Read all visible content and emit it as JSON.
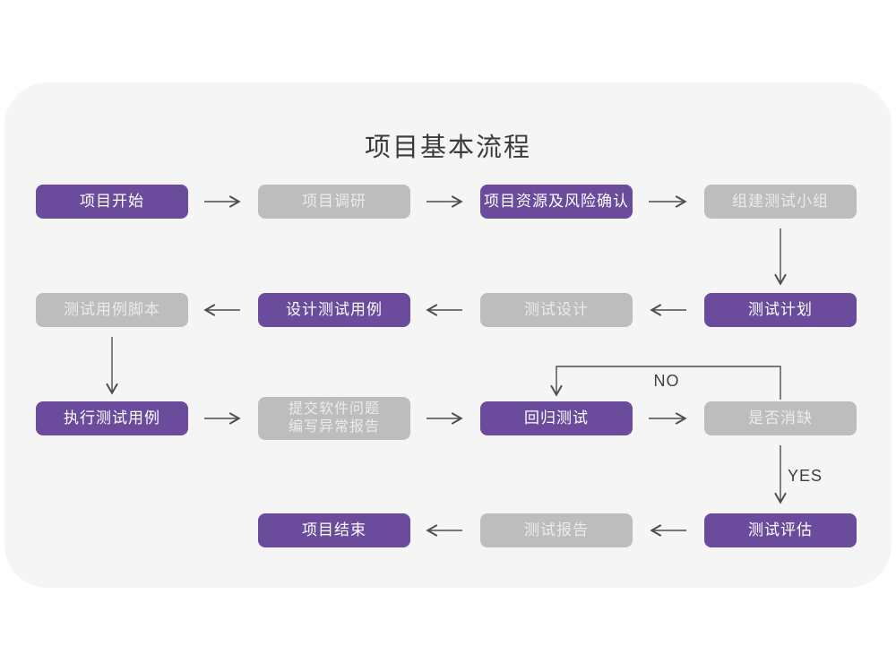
{
  "title": "项目基本流程",
  "colors": {
    "node_purple": "#6a4b9c",
    "node_gray": "#bdbdbd",
    "card_background": "#f5f5f6",
    "arrow": "#4d4d4d",
    "node_text": "#ffffff"
  },
  "branch_labels": {
    "no": "NO",
    "yes": "YES"
  },
  "nodes": [
    {
      "label": "项目开始",
      "variant": "purple"
    },
    {
      "label": "项目调研",
      "variant": "gray"
    },
    {
      "label": "项目资源及风险确认",
      "variant": "purple"
    },
    {
      "label": "组建测试小组",
      "variant": "gray"
    },
    {
      "label": "测试计划",
      "variant": "purple"
    },
    {
      "label": "测试设计",
      "variant": "gray"
    },
    {
      "label": "设计测试用例",
      "variant": "purple"
    },
    {
      "label": "测试用例脚本",
      "variant": "gray"
    },
    {
      "label": "执行测试用例",
      "variant": "purple"
    },
    {
      "label": "提交软件问题\n编写异常报告",
      "variant": "gray"
    },
    {
      "label": "回归测试",
      "variant": "purple"
    },
    {
      "label": "是否消缺",
      "variant": "gray"
    },
    {
      "label": "测试评估",
      "variant": "purple"
    },
    {
      "label": "测试报告",
      "variant": "gray"
    },
    {
      "label": "项目结束",
      "variant": "purple"
    }
  ]
}
